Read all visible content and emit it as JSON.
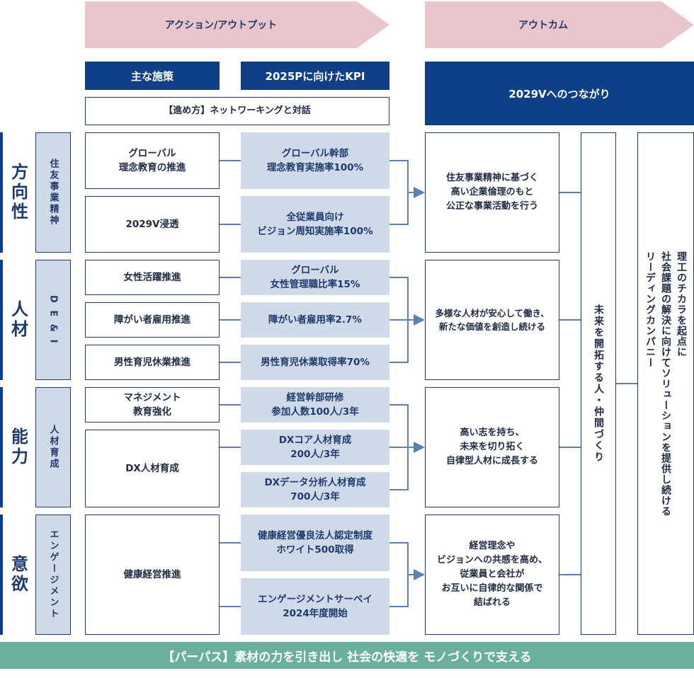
{
  "header": {
    "arrow_left": "アクション/アウトプット",
    "arrow_right": "アウトカム",
    "col_measures": "主な施策",
    "col_kpi": "2025Pに向けたKPI",
    "col_outcome": "2029Vへのつながり",
    "approach": "【進め方】ネットワーキングと対話"
  },
  "rows": [
    {
      "category": "方向性",
      "side_label": "住友事業精神",
      "measures": [
        "グローバル\n理念教育の推進",
        "2029V浸透"
      ],
      "kpis": [
        "グローバル幹部\n理念教育実施率100%",
        "全従業員向け\nビジョン周知実施率100%"
      ],
      "outcome": "住友事業精神に基づく\n高い企業倫理のもと\n公正な事業活動を行う"
    },
    {
      "category": "人材",
      "side_label": "D E & I",
      "measures": [
        "女性活躍推進",
        "障がい者雇用推進",
        "男性育児休業推進"
      ],
      "kpis": [
        "グローバル\n女性管理職比率15%",
        "障がい者雇用率2.7%",
        "男性育児休業取得率70%"
      ],
      "outcome": "多様な人材が安心して働き、\n新たな価値を創造し続ける"
    },
    {
      "category": "能力",
      "side_label": "人材育成",
      "measures": [
        "マネジメント\n教育強化",
        "DX人材育成"
      ],
      "kpis": [
        "経営幹部研修\n参加人数100人/3年",
        "DXコア人材育成\n200人/3年",
        "DXデータ分析人材育成\n700人/3年"
      ],
      "outcome": "高い志を持ち、\n未来を切り拓く\n自律型人材に成長する"
    },
    {
      "category": "意欲",
      "side_label": "エンゲージメント",
      "measures": [
        "健康経営推進"
      ],
      "kpis": [
        "健康経営優良法人認定制度\nホワイト500取得",
        "エンゲージメントサーベイ\n2024年度開始"
      ],
      "outcome": "経営理念や\nビジョンへの共感を高め、\n従業員と会社が\nお互いに自律的な関係で\n結ばれる"
    }
  ],
  "pillar": "未来を開拓する人・仲間づくり",
  "vision": [
    "理工のチカラを起点に",
    "社会課題の解決に向けてソリューションを提供し続ける",
    "リーディングカンパニー"
  ],
  "purpose": "【パーパス】素材の力を引き出し 社会の快適を モノづくりで支える",
  "colors": {
    "navy": "#0f3f86",
    "light_blue": "#cfdae8",
    "pink_arrow": "#e9c6cb",
    "teal_band": "#6aaf9c"
  }
}
